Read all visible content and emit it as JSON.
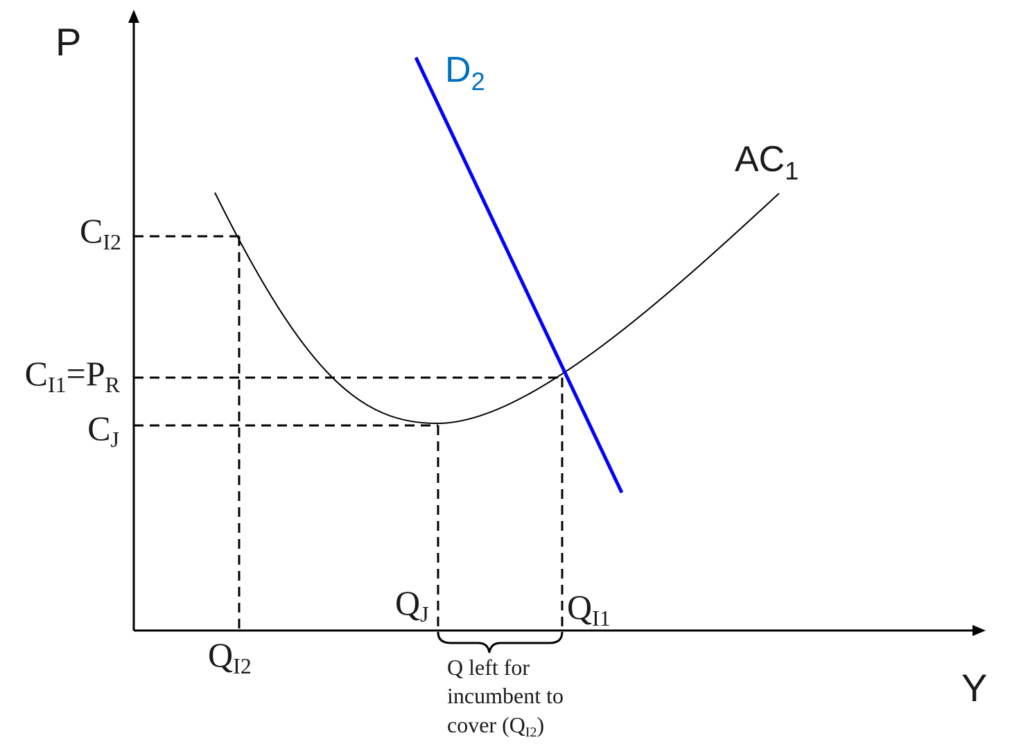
{
  "axes": {
    "y_label": "P",
    "x_label": "Y"
  },
  "curves": {
    "demand": {
      "main": "D",
      "sub": "2",
      "color": "#0000ff",
      "label_color": "#0070c0"
    },
    "average_cost": {
      "main": "AC",
      "sub": "1",
      "color": "#000000"
    }
  },
  "price_labels": {
    "c_i2": {
      "main": "C",
      "sub": "I2"
    },
    "c_i1_pr": {
      "main1": "C",
      "sub1": "I1",
      "eq": "=P",
      "sub2": "R"
    },
    "c_j": {
      "main": "C",
      "sub": "J"
    }
  },
  "quantity_labels": {
    "q_i2": {
      "main": "Q",
      "sub": "I2"
    },
    "q_j": {
      "main": "Q",
      "sub": "J"
    },
    "q_i1": {
      "main": "Q",
      "sub": "I1"
    }
  },
  "brace_note": {
    "line1": "Q left for",
    "line2": "incumbent to",
    "line3_pre": "cover (Q",
    "line3_sub": "I2",
    "line3_post": ")"
  }
}
